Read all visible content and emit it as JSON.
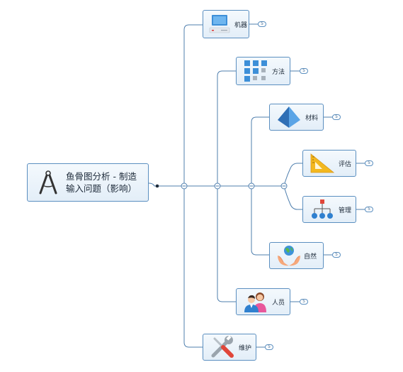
{
  "root": {
    "title": "鱼骨图分析 - 制造输入问题（影响）",
    "icon": "drafting-compass-icon"
  },
  "branches": [
    {
      "id": "machine",
      "label": "机器",
      "icon": "computer-icon",
      "badge": "5"
    },
    {
      "id": "method",
      "label": "方法",
      "icon": "grid-blocks-icon",
      "badge": "5"
    },
    {
      "id": "material",
      "label": "材料",
      "icon": "pyramid-icon",
      "badge": "5"
    },
    {
      "id": "evaluation",
      "label": "评估",
      "icon": "set-square-icon",
      "badge": "5"
    },
    {
      "id": "management",
      "label": "管理",
      "icon": "org-chart-icon",
      "badge": "5"
    },
    {
      "id": "nature",
      "label": "自然",
      "icon": "hands-globe-icon",
      "badge": "5"
    },
    {
      "id": "people",
      "label": "人员",
      "icon": "people-icon",
      "badge": "5"
    },
    {
      "id": "maintenance",
      "label": "维护",
      "icon": "wrench-screwdriver-icon",
      "badge": "5"
    }
  ],
  "colors": {
    "line": "#4f7fae",
    "node_border": "#5b8fc0",
    "node_fill": "#e9f2fa"
  }
}
